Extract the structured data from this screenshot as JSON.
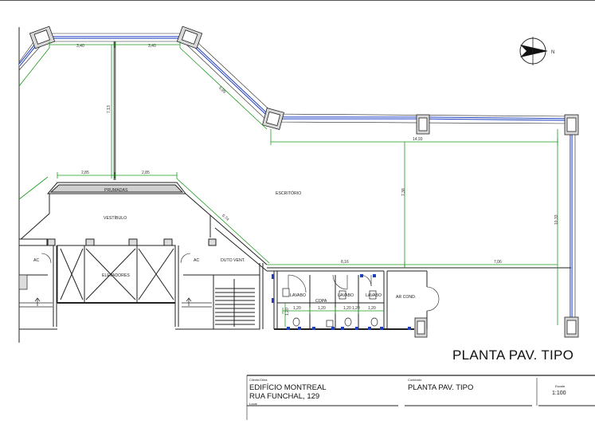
{
  "dimensions": {
    "top_left": "3,40",
    "top_right": "3,40",
    "diagonal_upper": "5,89",
    "vertical_left": "7,13",
    "lobby_left": "2,85",
    "lobby_right": "2,85",
    "diagonal_lower": "6,74",
    "office_width": "14,93",
    "office_height": "7,38",
    "right_height": "10,33",
    "bottom_left": "8,16",
    "bottom_right": "7,06",
    "wc_a": "1,20",
    "wc_b": "1,20",
    "wc_c": "1,20",
    "wc_d": "1,20",
    "wc_e": "1,20",
    "wc_v": "1,20"
  },
  "rooms": {
    "office": "ESCRITÓRIO",
    "lobby": "VESTÍBULO",
    "planter": "PRUMADAS",
    "elevators": "ELEVADORES",
    "duct": "DUTO VENT.",
    "ac_left": "AC",
    "ac_right": "AC",
    "washroom_1": "LAVABO",
    "pantry": "COPA",
    "washroom_2": "LAVABO",
    "washroom_3": "LAVABO",
    "ac_cond": "AR COND."
  },
  "north": "N",
  "sheet_title": "PLANTA PAV. TIPO",
  "title_block": {
    "client_label": "Cliente/Obra",
    "client_name": "EDIFÍCIO MONTREAL",
    "address": "RUA FUNCHAL, 129",
    "local_label": "Local",
    "content_label": "Conteúdo",
    "content_value": "PLANTA PAV. TIPO",
    "scale_label": "Escala",
    "scale_value": "1:100"
  },
  "colors": {
    "wall": "#222222",
    "dimension": "#1a9c1a",
    "glazing": "#1f3fbf"
  }
}
